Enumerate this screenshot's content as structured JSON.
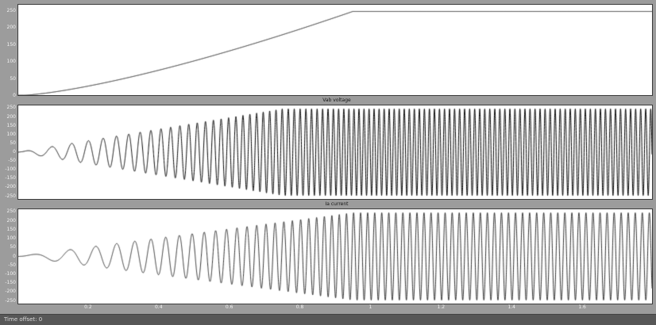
{
  "window": {
    "background": "#9c9c9c",
    "plot_background": "#ffffff",
    "trace_color": "#000000",
    "tick_label_color": "#f2f2f2",
    "status_bar": {
      "label": "Time offset: 0",
      "background": "#575757",
      "text_color": "#dcdcdc"
    }
  },
  "chart_data": [
    {
      "type": "line",
      "name": "rotor-speed",
      "title": "",
      "xlim": [
        0,
        1.8
      ],
      "ylim": [
        0,
        270
      ],
      "yticks": [
        250,
        200,
        150,
        100,
        50,
        0
      ],
      "grid": false,
      "line_color": "#000000",
      "plot_bg": "#ffffff",
      "signal": {
        "kind": "ramp",
        "t_start": 0.02,
        "t_end": 0.95,
        "max": 250,
        "shape_power": 1.35
      },
      "key_points": [
        [
          0,
          0
        ],
        [
          0.2,
          30
        ],
        [
          0.5,
          120
        ],
        [
          0.8,
          205
        ],
        [
          0.95,
          250
        ],
        [
          1.8,
          250
        ]
      ]
    },
    {
      "type": "line",
      "name": "stator-voltage",
      "title": "Vab voltage",
      "xlim": [
        0,
        1.8
      ],
      "ylim": [
        -270,
        270
      ],
      "yticks": [
        250,
        200,
        150,
        100,
        50,
        0,
        -50,
        -100,
        -150,
        -200,
        -250
      ],
      "grid": false,
      "line_color": "#000000",
      "plot_bg": "#ffffff",
      "signal": {
        "kind": "chirp",
        "f_start": 10,
        "f_end": 70,
        "f_ramp_end": 0.95,
        "amp_max": 250,
        "amp_ramp_end": 0.75,
        "amp_min": 4
      },
      "envelope_points": [
        [
          0,
          5
        ],
        [
          0.25,
          85
        ],
        [
          0.5,
          165
        ],
        [
          0.75,
          250
        ],
        [
          1.8,
          250
        ]
      ]
    },
    {
      "type": "line",
      "name": "stator-current",
      "title": "Ia current",
      "xlim": [
        0,
        1.8
      ],
      "ylim": [
        -270,
        270
      ],
      "yticks": [
        250,
        200,
        150,
        100,
        50,
        0,
        -50,
        -100,
        -150,
        -200,
        -250
      ],
      "xticks": [
        0.2,
        0.4,
        0.6,
        0.8,
        1,
        1.2,
        1.4,
        1.6
      ],
      "grid": false,
      "line_color": "#000000",
      "plot_bg": "#ffffff",
      "signal": {
        "kind": "chirp",
        "f_start": 5,
        "f_end": 50,
        "f_ramp_end": 0.95,
        "amp_max": 250,
        "amp_ramp_end": 0.95,
        "amp_min": 3
      },
      "envelope_points": [
        [
          0,
          4
        ],
        [
          0.3,
          80
        ],
        [
          0.6,
          160
        ],
        [
          0.95,
          250
        ],
        [
          1.8,
          250
        ]
      ]
    }
  ]
}
